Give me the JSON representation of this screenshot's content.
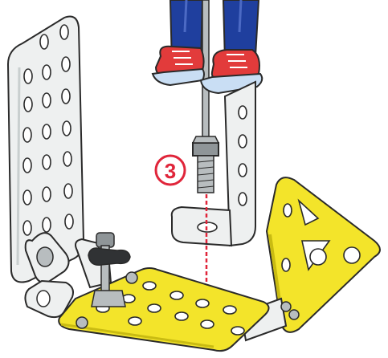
{
  "step": {
    "number": "3"
  },
  "colors": {
    "background": "#ffffff",
    "plate_yellow": "#f3e42a",
    "metal_light": "#eef0f0",
    "metal_shade": "#c9cfcf",
    "outline": "#2a2a2a",
    "jeans_blue": "#1f3f9e",
    "shoe_red": "#e23b3b",
    "sole_blue": "#c9def4",
    "guide_red": "#e0253a",
    "screw_gray": "#8f9598",
    "nut_black": "#303234"
  },
  "icons": {
    "step_marker": "circled-number",
    "figure": "child-legs-with-red-sneakers",
    "parts": [
      "perforated-strip-plate",
      "angle-bracket",
      "triangular-plate",
      "yellow-flat-plate",
      "bolt",
      "wing-nut"
    ]
  }
}
